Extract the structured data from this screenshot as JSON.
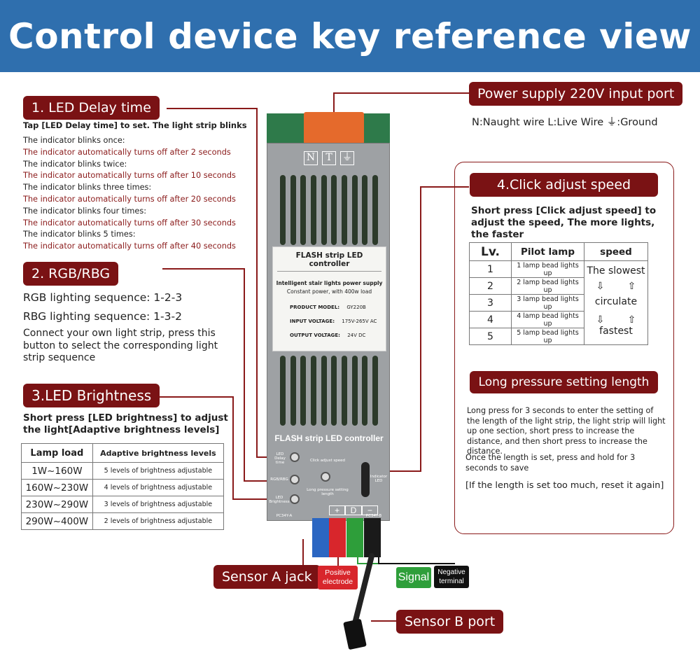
{
  "header": {
    "title": "Control device key reference view"
  },
  "power": {
    "tag": "Power supply 220V input port",
    "legend": "N:Naught wire  L:Live Wire  ⏚:Ground"
  },
  "section1": {
    "tag": "1. LED Delay time",
    "intro": "Tap [LED Delay time] to set. The light strip blinks",
    "rows": [
      {
        "text": "The indicator blinks once:",
        "red": false
      },
      {
        "text": "The indicator automatically turns off after 2 seconds",
        "red": true
      },
      {
        "text": "The indicator blinks twice:",
        "red": false
      },
      {
        "text": "The indicator automatically turns off after 10 seconds",
        "red": true
      },
      {
        "text": "The indicator blinks three times:",
        "red": false
      },
      {
        "text": "The indicator automatically turns off after 20 seconds",
        "red": true
      },
      {
        "text": "The indicator blinks four times:",
        "red": false
      },
      {
        "text": "The indicator automatically turns off after 30 seconds",
        "red": true
      },
      {
        "text": "The indicator blinks 5 times:",
        "red": false
      },
      {
        "text": "The indicator automatically turns off after 40 seconds",
        "red": true
      }
    ]
  },
  "section2": {
    "tag": "2. RGB/RBG",
    "rgb": "RGB lighting sequence: 1-2-3",
    "rbg": "RBG lighting sequence: 1-3-2",
    "desc": "Connect your own light strip, press this button to select the corresponding light strip sequence"
  },
  "section3": {
    "tag": "3.LED Brightness",
    "desc": "Short press [LED brightness] to adjust the light[Adaptive brightness levels]",
    "table": {
      "headers": [
        "Lamp load",
        "Adaptive brightness levels"
      ],
      "rows": [
        [
          "1W~160W",
          "5 levels of brightness adjustable"
        ],
        [
          "160W~230W",
          "4 levels of brightness adjustable"
        ],
        [
          "230W~290W",
          "3 levels of brightness adjustable"
        ],
        [
          "290W~400W",
          "2 levels of brightness adjustable"
        ]
      ]
    }
  },
  "section4": {
    "tag": "4.Click adjust speed",
    "desc": "Short press [Click adjust speed] to adjust the speed, The more lights, the faster",
    "table": {
      "headers": [
        "Lv.",
        "Pilot lamp",
        "speed"
      ],
      "levels": [
        "1",
        "2",
        "3",
        "4",
        "5"
      ],
      "lamps": [
        "1 lamp bead lights up",
        "2 lamp bead lights up",
        "3 lamp bead lights up",
        "4 lamp bead lights up",
        "5 lamp bead lights up"
      ],
      "speed_slowest": "The slowest",
      "speed_circulate": "circulate",
      "speed_fastest": "fastest",
      "arrow_down": "⇩",
      "arrow_up": "⇧"
    }
  },
  "long_press": {
    "tag": "Long pressure setting length",
    "p1": "Long press for 3 seconds to enter the setting of the length of the light strip, the light strip will light up one section, short press to increase the distance, and then short press to increase the distance.",
    "p2": "Once the length is set, press and hold for 3 seconds to save",
    "p3": "[If the length is set too much, reset it again]"
  },
  "device": {
    "logo": [
      "N",
      "T",
      "⏚"
    ],
    "card_title": "FLASH strip LED controller",
    "card_line1": "Intelligent stair lights power supply",
    "card_line2": "Constant power, with 400w load",
    "model_label": "PRODUCT MODEL:",
    "model_value": "GY220B",
    "input_label": "INPUT VOLTAGE:",
    "input_value": "175V-265V AC",
    "output_label": "OUTPUT VOLTAGE:",
    "output_value": "24V DC",
    "body_title": "FLASH strip LED controller",
    "btn_delay": "LED Delay time",
    "btn_rgb": "RGB/RBG",
    "btn_bright": "LED Brightness",
    "btn_click": "Click adjust speed",
    "btn_long": "Long pressure setting length",
    "indicator": "Indicator LED",
    "plus": "+",
    "d": "D",
    "minus": "−",
    "pcbr_a": "PC34Y-A",
    "pcbr_b": "PC34Y-B"
  },
  "bottom": {
    "sensor_a": "Sensor A jack",
    "positive": "Positive electrode",
    "signal": "Signal",
    "negative": "Negative terminal",
    "sensor_b": "Sensor B port"
  },
  "colors": {
    "header_bg": "#2f6fae",
    "tag_red": "#7a1214",
    "text_red": "#8a1a1a",
    "signal_green": "#2e9e3a",
    "positive_red": "#d8262c"
  }
}
